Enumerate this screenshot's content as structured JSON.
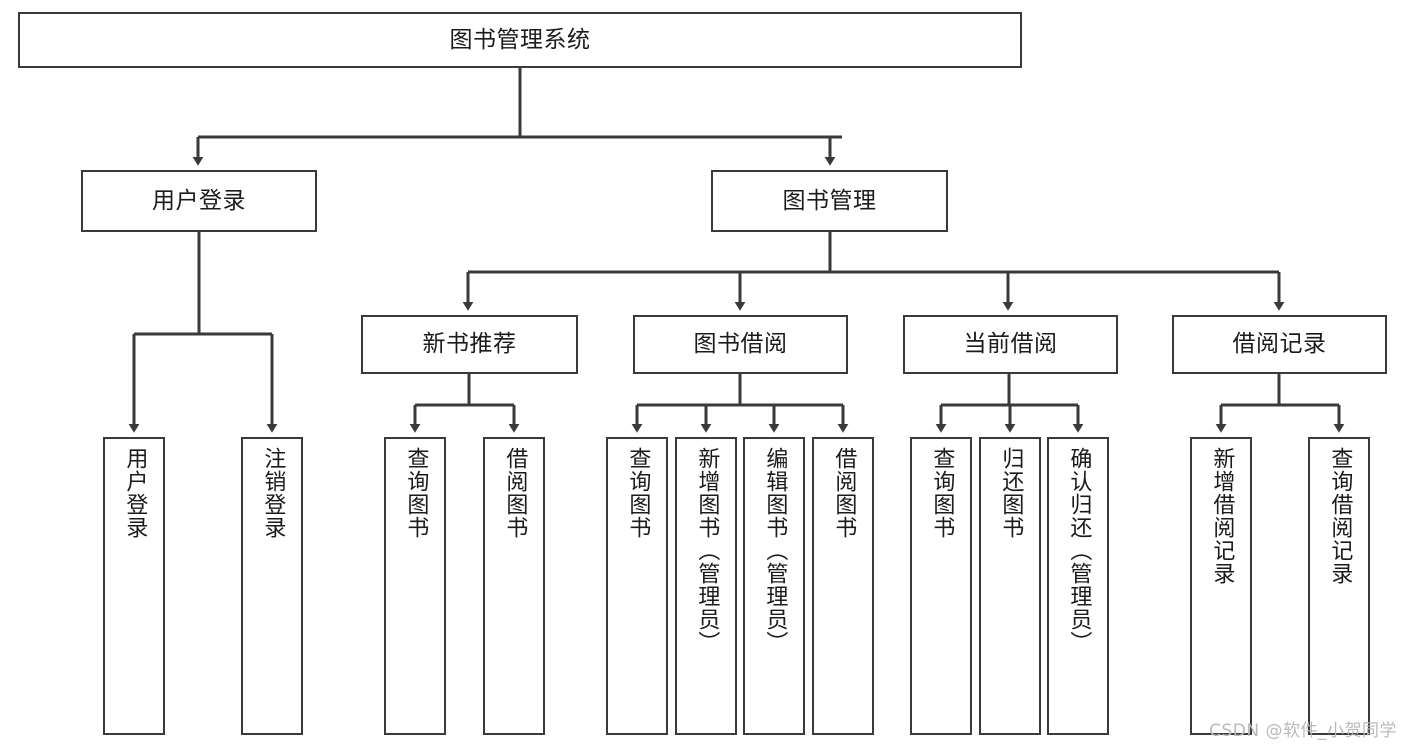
{
  "diagram": {
    "title": "图书管理系统",
    "watermark": "CSDN @软件_小贺同学",
    "colors": {
      "stroke": "#3a3a3a",
      "fill": "#ffffff",
      "text": "#1b1b1b",
      "watermark": "#b9b9b9"
    },
    "nodes": {
      "root": {
        "label": "图书管理系统"
      },
      "level2": [
        {
          "label": "用户登录"
        },
        {
          "label": "图书管理"
        }
      ],
      "level3": [
        {
          "label": "新书推荐"
        },
        {
          "label": "图书借阅"
        },
        {
          "label": "当前借阅"
        },
        {
          "label": "借阅记录"
        }
      ],
      "leaves": {
        "user_login": [
          {
            "label": "用户登录"
          },
          {
            "label": "注销登录"
          }
        ],
        "new_book_recommend": [
          {
            "label": "查询图书"
          },
          {
            "label": "借阅图书"
          }
        ],
        "book_borrow": [
          {
            "label": "查询图书"
          },
          {
            "label": "新增图书（管理员）"
          },
          {
            "label": "编辑图书（管理员）"
          },
          {
            "label": "借阅图书"
          }
        ],
        "current_borrow": [
          {
            "label": "查询图书"
          },
          {
            "label": "归还图书"
          },
          {
            "label": "确认归还（管理员）"
          }
        ],
        "borrow_record": [
          {
            "label": "新增借阅记录"
          },
          {
            "label": "查询借阅记录"
          }
        ]
      }
    }
  }
}
